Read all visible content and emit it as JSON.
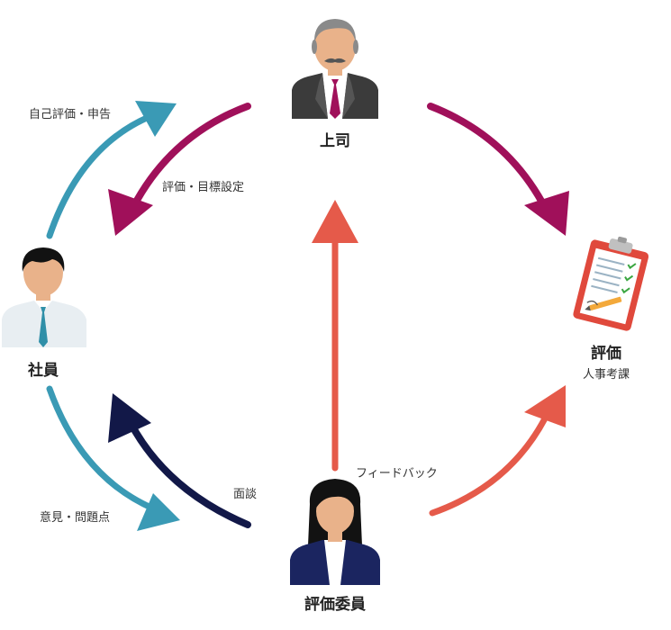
{
  "nodes": {
    "boss": {
      "label": "上司"
    },
    "employee": {
      "label": "社員"
    },
    "committee": {
      "label": "評価委員"
    },
    "evaluation": {
      "label": "評価",
      "sublabel": "人事考課"
    }
  },
  "edges": {
    "self_report": {
      "label": "自己評価・申告"
    },
    "goal_setting": {
      "label": "評価・目標設定"
    },
    "opinions": {
      "label": "意見・問題点"
    },
    "interview": {
      "label": "面談"
    },
    "feedback": {
      "label": "フィードバック"
    }
  },
  "colors": {
    "teal": "#3a9ab5",
    "magenta": "#a0105a",
    "navy": "#121848",
    "coral": "#e55a4a"
  }
}
